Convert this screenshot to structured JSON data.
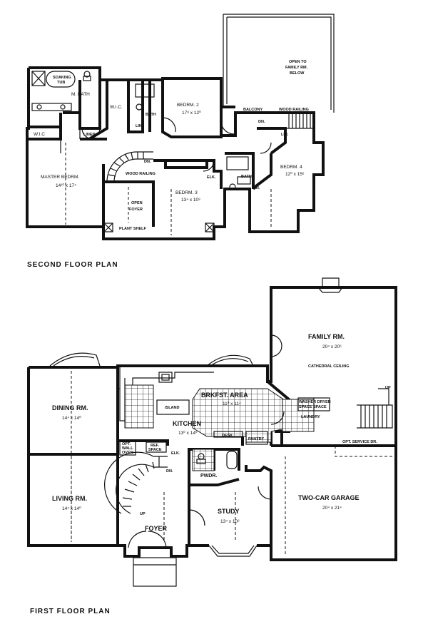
{
  "titles": {
    "second_floor": "SECOND  FLOOR  PLAN",
    "first_floor": "FIRST  FLOOR  PLAN"
  },
  "second_floor": {
    "open_to_family": [
      "OPEN TO",
      "FAMILY RM.",
      "BELOW"
    ],
    "m_bath": "M. BATH",
    "soaking_tub": [
      "SOAKING",
      "TUB"
    ],
    "wic_upper": "W.I.C.",
    "wic_lower": "W.I.C",
    "linen": "LINEN",
    "bath_a": "BATH",
    "lin_a": "LIN.",
    "bedrm2": "BEDRM. 2",
    "bedrm2_dim": "17⁸ x 12⁰",
    "balcony": "BALCONY",
    "wood_railing_top": "WOOD RAILING",
    "dn_top": "DN.",
    "lin_b": "LIN.",
    "master_bedrm": "MASTER BEDRM.",
    "master_dim": "14¹⁰ x 17⁴",
    "wood_railing_mid": "WOOD RAILING",
    "dn_mid": "DN.",
    "open_foyer": [
      "OPEN",
      "FOYER"
    ],
    "plant_shelf": "PLANT SHELF",
    "bedrm3": "BEDRM. 3",
    "bedrm3_dim": "13⁴ x 10⁸",
    "elk": "ELK.",
    "bath_b": "BATH",
    "lin_c": "LIN.",
    "bedrm4": "BEDRM. 4",
    "bedrm4_dim": "12⁰ x 15⁶"
  },
  "first_floor": {
    "family_rm": "FAMILY RM.",
    "family_dim": "20⁴ x 20⁶",
    "cathedral": "CATHEDRAL CEILING",
    "up_family": "UP",
    "brkfst": "BRKFST. AREA",
    "brkfst_dim": "11⁰ x 11⁴",
    "washer_dryer": [
      "WASHER DRYER",
      "SPACE SPACE"
    ],
    "laundry": "LAUNDRY",
    "dining_rm": "DINING RM.",
    "dining_dim": "14⁴ x 14⁰",
    "island": "ISLAND",
    "kitchen": "KITCHEN",
    "kitchen_dim": "13⁰ x 14⁰",
    "desk": "DESK",
    "pantry": "PANTRY",
    "opt_service": "OPT. SERVICE DR.",
    "wall_oven": [
      "OPT.",
      "WALL",
      "OVEN"
    ],
    "ref_space": [
      "REF.",
      "SPACE"
    ],
    "elk_first": "ELK.",
    "dn_first": "DN.",
    "pwdr": "PWDR.",
    "living_rm": "LIVING RM.",
    "living_dim": "14⁴ x 14⁰",
    "study": "STUDY",
    "study_dim": "13⁴ x 10⁶",
    "two_car": "TWO-CAR GARAGE",
    "garage_dim": "20⁴ x 21⁴",
    "up_foyer": "UP",
    "foyer": "FOYER"
  }
}
